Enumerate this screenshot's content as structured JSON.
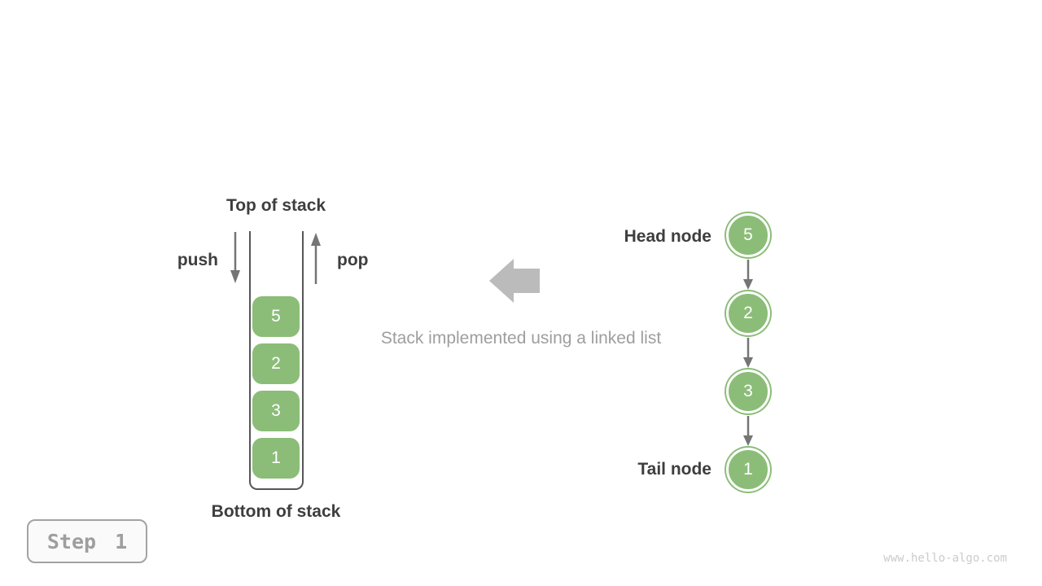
{
  "colors": {
    "node_green": "#8bbd78",
    "label_dark": "#3e3e3e",
    "caption_gray": "#9e9e9e",
    "arrow_gray": "#757575",
    "block_arrow_gray": "#bbbbbb",
    "container_line": "#565656",
    "watermark_gray": "#cbcbcb"
  },
  "stack": {
    "top_label": "Top of stack",
    "bottom_label": "Bottom of stack",
    "push_label": "push",
    "pop_label": "pop",
    "items": [
      "5",
      "2",
      "3",
      "1"
    ]
  },
  "caption": "Stack implemented using a linked list",
  "linked_list": {
    "head_label": "Head node",
    "tail_label": "Tail node",
    "nodes": [
      "5",
      "2",
      "3",
      "1"
    ]
  },
  "step_label": "Step 1",
  "watermark": "www.hello-algo.com"
}
